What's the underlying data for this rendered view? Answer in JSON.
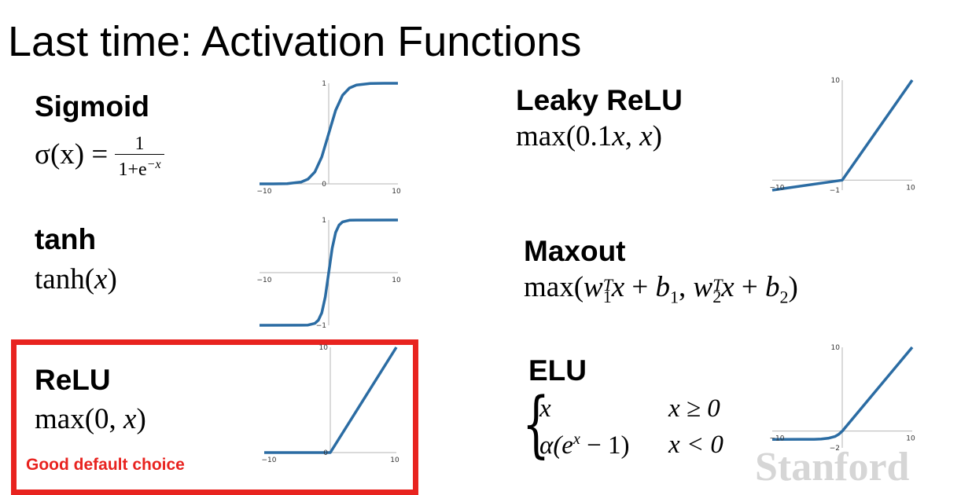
{
  "slide": {
    "title": "Last time: Activation Functions",
    "watermark": "Stanford",
    "relu_note": "Good default choice"
  },
  "functions": {
    "sigmoid": {
      "name": "Sigmoid",
      "lhs": "σ(x) =",
      "num": "1",
      "den_base": "1+e",
      "den_exp": "−x"
    },
    "tanh": {
      "name": "tanh",
      "formula_fn": "tanh(",
      "formula_var": "x",
      "formula_close": ")"
    },
    "relu": {
      "name": "ReLU",
      "formula_fn": "max(0, ",
      "formula_var": "x",
      "formula_close": ")"
    },
    "leaky_relu": {
      "name": "Leaky ReLU",
      "formula_fn": "max(0.1",
      "formula_var1": "x",
      "formula_mid": ", ",
      "formula_var2": "x",
      "formula_close": ")"
    },
    "maxout": {
      "name": "Maxout"
    },
    "elu": {
      "name": "ELU",
      "case1_expr": "x",
      "case1_cond": "x ≥ 0",
      "case2_expr_a": "α(e",
      "case2_exp": "x",
      "case2_expr_b": " − 1)",
      "case2_cond": "x < 0"
    }
  },
  "chart_data": [
    {
      "type": "line",
      "name": "Sigmoid",
      "x": [
        -10,
        -8,
        -6,
        -4,
        -3,
        -2,
        -1,
        0,
        1,
        2,
        3,
        4,
        6,
        8,
        10
      ],
      "y": [
        0.0,
        0.0003,
        0.0025,
        0.018,
        0.047,
        0.119,
        0.269,
        0.5,
        0.731,
        0.881,
        0.953,
        0.982,
        0.9975,
        0.9997,
        1.0
      ],
      "xlim": [
        -10,
        10
      ],
      "ylim": [
        0,
        1
      ],
      "tick_labels": {
        "xmin": "−10",
        "xmax": "10",
        "ymin": "0",
        "ymax": "1"
      },
      "color": "#2b6ca3"
    },
    {
      "type": "line",
      "name": "tanh",
      "x": [
        -10,
        -4,
        -3,
        -2,
        -1.5,
        -1,
        -0.5,
        0,
        0.5,
        1,
        1.5,
        2,
        3,
        4,
        10
      ],
      "y": [
        -1,
        -0.999,
        -0.995,
        -0.964,
        -0.905,
        -0.762,
        -0.462,
        0,
        0.462,
        0.762,
        0.905,
        0.964,
        0.995,
        0.999,
        1
      ],
      "xlim": [
        -10,
        10
      ],
      "ylim": [
        -1,
        1
      ],
      "tick_labels": {
        "xmin": "−10",
        "xmax": "10",
        "ymin": "−1",
        "ymax": "1"
      },
      "color": "#2b6ca3"
    },
    {
      "type": "line",
      "name": "ReLU",
      "x": [
        -10,
        0,
        10
      ],
      "y": [
        0,
        0,
        10
      ],
      "xlim": [
        -10,
        10
      ],
      "ylim": [
        0,
        10
      ],
      "tick_labels": {
        "xmin": "−10",
        "xmax": "10",
        "ymin": "0",
        "ymax": "10"
      },
      "color": "#2b6ca3"
    },
    {
      "type": "line",
      "name": "Leaky ReLU",
      "x": [
        -10,
        0,
        10
      ],
      "y": [
        -1,
        0,
        10
      ],
      "xlim": [
        -10,
        10
      ],
      "ylim": [
        -1,
        10
      ],
      "tick_labels": {
        "xmin": "−10",
        "xmax": "10",
        "ymin": "−1",
        "ymax": "10"
      },
      "color": "#2b6ca3"
    },
    {
      "type": "line",
      "name": "ELU",
      "x": [
        -10,
        -4,
        -3,
        -2,
        -1,
        -0.5,
        0,
        10
      ],
      "y": [
        -1,
        -0.98,
        -0.95,
        -0.86,
        -0.63,
        -0.39,
        0,
        10
      ],
      "xlim": [
        -10,
        10
      ],
      "ylim": [
        -2,
        10
      ],
      "tick_labels": {
        "xmin": "−10",
        "xmax": "10",
        "ymin": "−2",
        "ymax": "10"
      },
      "color": "#2b6ca3"
    }
  ]
}
